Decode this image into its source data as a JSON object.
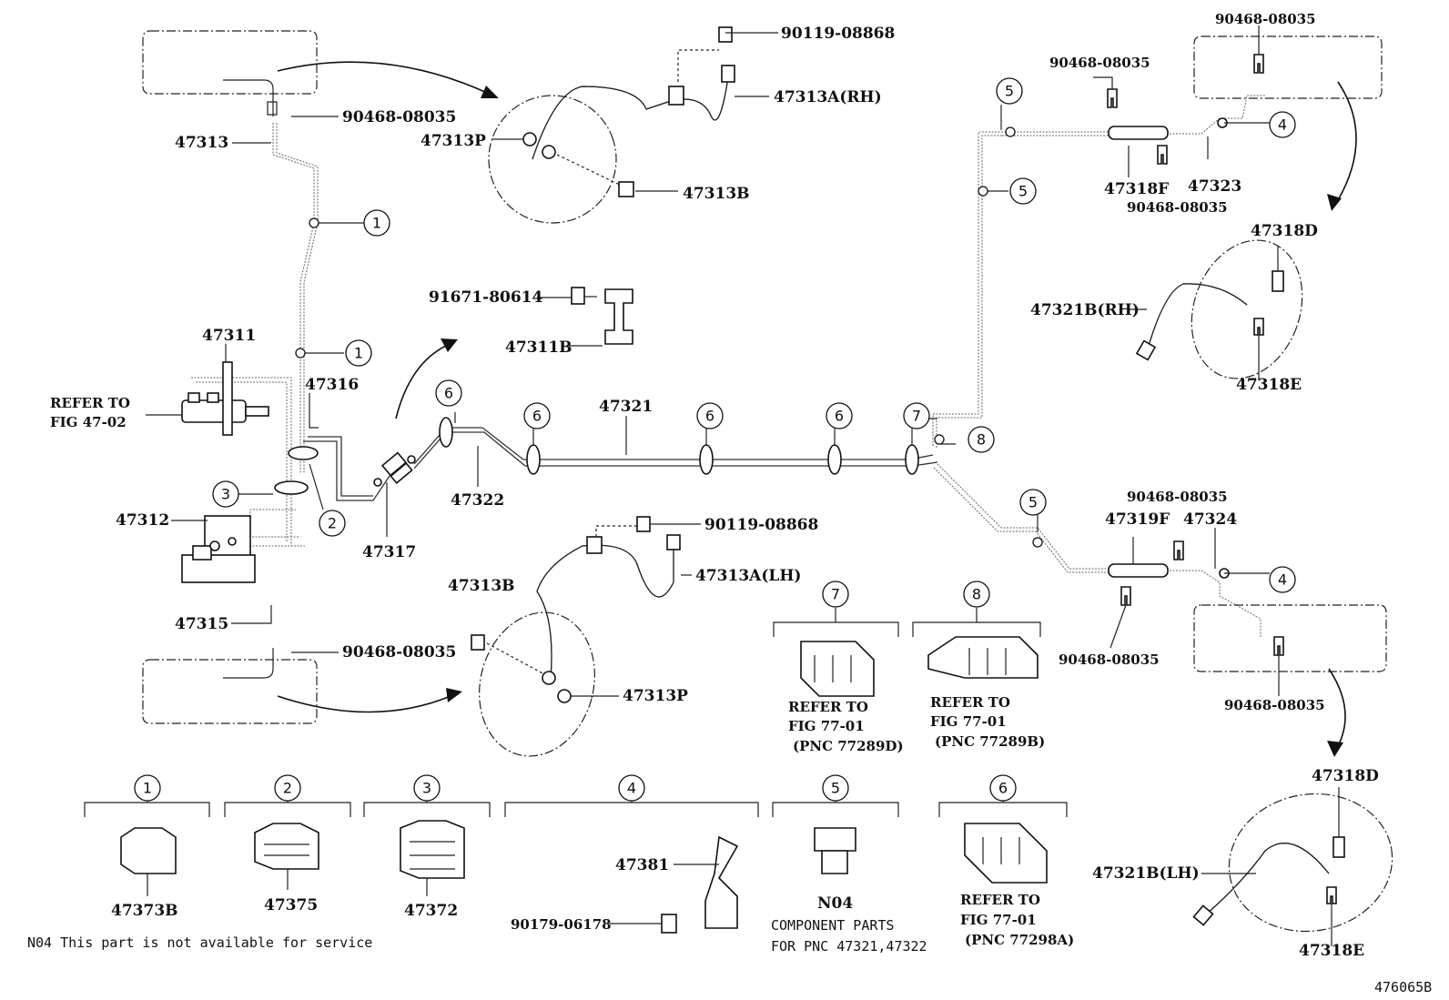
{
  "labels": {
    "p90119_08868_top": "90119-08868",
    "p47313A_RH": "47313A(RH)",
    "p47313P_top": "47313P",
    "p47313B_top": "47313B",
    "p90468_08035_top_left": "90468-08035",
    "p47313": "47313",
    "p91671_80614": "91671-80614",
    "p47311B": "47311B",
    "p47311": "47311",
    "refer_47_02_line1": "REFER TO",
    "refer_47_02_line2": "FIG 47-02",
    "p47316": "47316",
    "p47312": "47312",
    "p47317": "47317",
    "p47322": "47322",
    "p47321": "47321",
    "p47315": "47315",
    "p90468_08035_bottom_left": "90468-08035",
    "p90119_08868_bottom": "90119-08868",
    "p47313A_LH": "47313A(LH)",
    "p47313B_bottom": "47313B",
    "p47313P_bottom": "47313P",
    "p90468_08035_r1": "90468-08035",
    "p90468_08035_r2": "90468-08035",
    "p47318F": "47318F",
    "p47323": "47323",
    "p90468_08035_r3": "90468-08035",
    "p47318D_top": "47318D",
    "p47321B_RH": "47321B(RH)",
    "p47318E_top": "47318E",
    "p90468_08035_r4": "90468-08035",
    "p47319F": "47319F",
    "p47324": "47324",
    "p90468_08035_r5": "90468-08035",
    "p90468_08035_r6": "90468-08035",
    "p47318D_bottom": "47318D",
    "p47321B_LH": "47321B(LH)",
    "p47318E_bottom": "47318E",
    "refer7_line1": "REFER TO",
    "refer7_line2": "FIG 77-01",
    "refer7_line3": "(PNC 77289D)",
    "refer8_line1": "REFER TO",
    "refer8_line2": "FIG 77-01",
    "refer8_line3": "(PNC 77289B)",
    "p47373B": "47373B",
    "p47375": "47375",
    "p47372": "47372",
    "p47381": "47381",
    "p90179_06178": "90179-06178",
    "pN04": "N04",
    "component_line1": "COMPONENT PARTS",
    "component_line2": "FOR PNC 47321,47322",
    "refer6_line1": "REFER TO",
    "refer6_line2": "FIG 77-01",
    "refer6_line3": "(PNC 77298A)",
    "footnote": "N04 This part is not available for service",
    "figure_id": "476065B"
  },
  "callouts": {
    "c1": "1",
    "c2": "2",
    "c3": "3",
    "c4": "4",
    "c5": "5",
    "c6": "6",
    "c7": "7",
    "c8": "8"
  }
}
